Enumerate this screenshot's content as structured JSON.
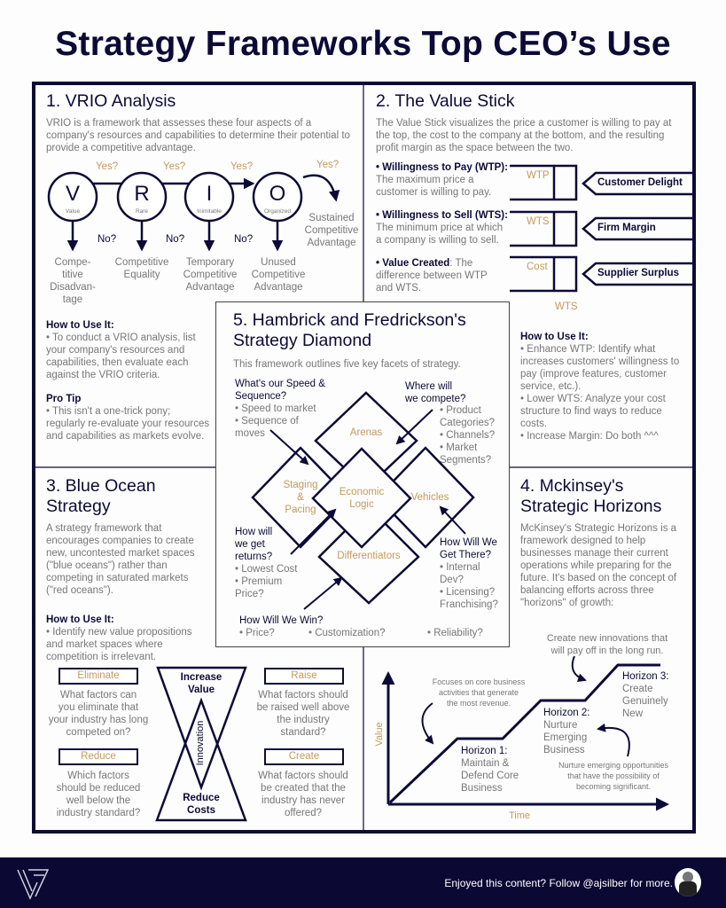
{
  "title": "Strategy Frameworks Top CEO’s Use",
  "colors": {
    "navy": "#0c0a36",
    "gold": "#c49a5c",
    "gray": "#777777"
  },
  "vrio": {
    "heading": "1. VRIO Analysis",
    "description": "VRIO is a framework that assesses these four aspects of a company's resources and capabilities to determine their potential to provide a competitive advantage.",
    "yes_labels": [
      "Yes?",
      "Yes?",
      "Yes?",
      "Yes?"
    ],
    "no_labels": [
      "No?",
      "No?",
      "No?"
    ],
    "circles": [
      {
        "letter": "V",
        "label": "Value",
        "outcome": "Compe-\ntitive\nDisadvan-\ntage"
      },
      {
        "letter": "R",
        "label": "Rare",
        "outcome": "Competitive\nEquality"
      },
      {
        "letter": "I",
        "label": "Inimitable",
        "outcome": "Temporary\nCompetitive\nAdvantage"
      },
      {
        "letter": "O",
        "label": "Organized",
        "outcome": "Unused\nCompetitive\nAdvantage"
      }
    ],
    "final_outcome": "Sustained\nCompetitive\nAdvantage",
    "how_to_title": "How to Use It:",
    "how_to_text": "• To conduct a VRIO analysis, list your company's resources and capabilities, then evaluate each against the VRIO criteria.",
    "pro_tip_title": "Pro Tip",
    "pro_tip_text": "• This isn't a one-trick pony; regularly re-evaluate your resources and capabilities as markets evolve."
  },
  "value_stick": {
    "heading": "2. The Value Stick",
    "description": "The Value Stick visualizes the price a customer is willing to pay at the top, the cost to the company at the bottom, and the resulting profit margin as the space between the two.",
    "items": [
      {
        "term": "• Willingness to Pay (WTP)",
        "text": "The maximum price a customer is willing to pay.",
        "box_label": "WTP",
        "arrow_label": "Customer Delight"
      },
      {
        "term": "• Willingness to Sell (WTS)",
        "text": "The minimum price at which a company is willing to sell.",
        "box_label": "WTS",
        "arrow_label": "Firm Margin"
      },
      {
        "term": "• Value Created",
        "text": "The difference between WTP and WTS.",
        "box_label": "Cost",
        "arrow_label": "Supplier Surplus"
      }
    ],
    "bottom_label": "WTS",
    "how_to_title": "How to Use It:",
    "how_to_text": "• Enhance WTP: Identify what increases customers' willingness to pay (improve features, customer service, etc.).\n• Lower WTS: Analyze your cost structure to find ways to reduce costs.\n• Increase Margin: Do both ^^^"
  },
  "blue_ocean": {
    "heading": "3. Blue Ocean\nStrategy",
    "description": "A strategy framework that encourages companies to create new, uncontested market spaces (\"blue oceans\") rather than competing in saturated markets (\"red oceans\").",
    "how_to_title": "How to Use It:",
    "how_to_text": "• Identify new value propositions and market spaces where competition is irrelevant.",
    "eliminate": {
      "label": "Eliminate",
      "text": "What factors can\nyou  eliminate that\nyour industry has long\ncompeted on?"
    },
    "reduce": {
      "label": "Reduce",
      "text": "Which factors\nshould be reduced\nwell below the\nindustry standard?"
    },
    "raise": {
      "label": "Raise",
      "text": "What factors should\nbe raised well above\nthe industry\nstandard?"
    },
    "create": {
      "label": "Create",
      "text": "What factors should\nbe created that the\nindustry has never\noffered?"
    },
    "increase_value": "Increase\nValue",
    "reduce_costs": "Reduce\nCosts",
    "innovation": "Innovation"
  },
  "mckinsey": {
    "heading": "4. Mckinsey's\nStrategic Horizons",
    "description": "McKinsey's Strategic Horizons is a framework designed to help businesses manage their current operations while preparing for the future. It's based on the concept of balancing efforts across three \"horizons\" of growth:",
    "y_label": "Value",
    "x_label": "Time",
    "h1_title": "Horizon 1:",
    "h1_text": "Maintain &\nDefend Core\nBusiness",
    "h2_title": "Horizon 2:",
    "h2_text": "Nurture\nEmerging\nBusiness",
    "h3_title": "Horizon 3:",
    "h3_text": "Create\nGenuinely\nNew",
    "note_h1": "Focuses on core business\nactivities that generate\nthe most revenue.",
    "note_h2": "Nurture emerging opportunities\nthat have the possibility of\nbecoming significant.",
    "note_h3": "Create new innovations that\nwill pay off in the long run."
  },
  "diamond": {
    "heading": "5. Hambrick and Fredrickson's\nStrategy Diamond",
    "description": "This framework outlines five key facets of strategy.",
    "facets": {
      "arenas": "Arenas",
      "staging": "Staging\n&\nPacing",
      "logic": "Economic\nLogic",
      "vehicles": "Vehicles",
      "differentiators": "Differentiators"
    },
    "speed_q": "What's our Speed &\nSequence?",
    "speed_items": "• Speed to market\n• Sequence of\nmoves",
    "compete_q": "Where will\nwe compete?",
    "compete_items": "• Product\nCategories?\n• Channels?\n• Market\nSegments?",
    "returns_q": "How will\nwe get\nreturns?",
    "returns_items": "• Lowest Cost\n• Premium\nPrice?",
    "there_q": "How Will We\nGet There?",
    "there_items": "• Internal\nDev?\n• Licensing?\nFranchising?",
    "win_q": "How Will We Win?",
    "win_items": [
      "• Price?",
      "• Customization?",
      "• Reliability?"
    ]
  },
  "footer": {
    "cta": "Enjoyed this content? Follow @ajsilber for more."
  }
}
